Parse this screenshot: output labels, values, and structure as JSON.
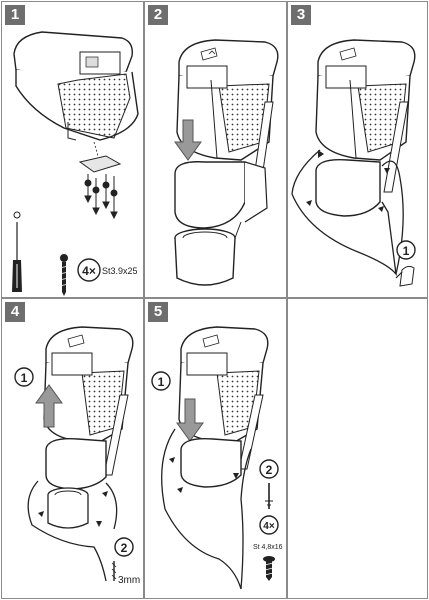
{
  "steps": [
    {
      "number": "1",
      "qty_label": "4×",
      "screw_spec": "St3.9x25"
    },
    {
      "number": "2"
    },
    {
      "number": "3",
      "callout": "1"
    },
    {
      "number": "4",
      "callout_lift": "1",
      "callout_drill": "2",
      "drill_size": "3mm"
    },
    {
      "number": "5",
      "callout_lift": "1",
      "callout_screw": "2",
      "qty_label": "4×",
      "screw_spec": "St 4,8x16"
    }
  ]
}
